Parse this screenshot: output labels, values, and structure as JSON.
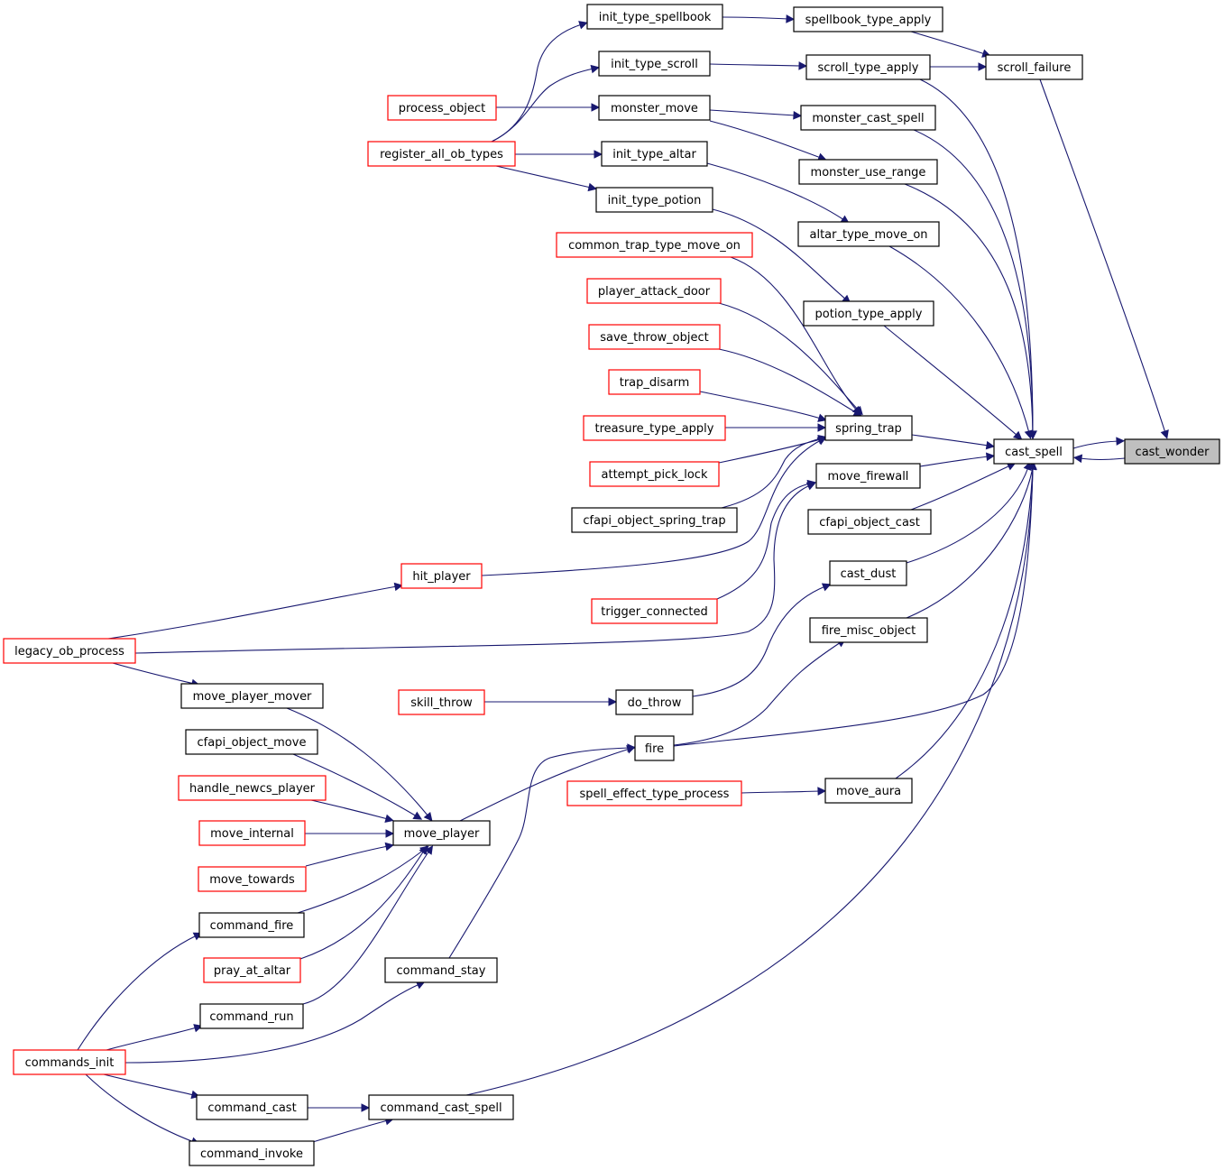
{
  "diagram": {
    "type": "doxygen-caller-graph",
    "colors": {
      "edge": "#191970",
      "node_border_normal": "#000000",
      "node_border_truncated": "#ff0000",
      "focus_fill": "#bfbfbf",
      "node_fill": "#ffffff"
    },
    "nodes": [
      {
        "id": "cast_wonder",
        "label": "cast_wonder",
        "style": "focus"
      },
      {
        "id": "cast_spell",
        "label": "cast_spell",
        "style": "black"
      },
      {
        "id": "scroll_failure",
        "label": "scroll_failure",
        "style": "black"
      },
      {
        "id": "spellbook_type_apply",
        "label": "spellbook_type_apply",
        "style": "black"
      },
      {
        "id": "scroll_type_apply",
        "label": "scroll_type_apply",
        "style": "black"
      },
      {
        "id": "monster_cast_spell",
        "label": "monster_cast_spell",
        "style": "black"
      },
      {
        "id": "monster_use_range",
        "label": "monster_use_range",
        "style": "black"
      },
      {
        "id": "altar_type_move_on",
        "label": "altar_type_move_on",
        "style": "black"
      },
      {
        "id": "potion_type_apply",
        "label": "potion_type_apply",
        "style": "black"
      },
      {
        "id": "spring_trap",
        "label": "spring_trap",
        "style": "black"
      },
      {
        "id": "move_firewall",
        "label": "move_firewall",
        "style": "black"
      },
      {
        "id": "cfapi_object_cast",
        "label": "cfapi_object_cast",
        "style": "black"
      },
      {
        "id": "cast_dust",
        "label": "cast_dust",
        "style": "black"
      },
      {
        "id": "fire_misc_object",
        "label": "fire_misc_object",
        "style": "black"
      },
      {
        "id": "move_aura",
        "label": "move_aura",
        "style": "black"
      },
      {
        "id": "init_type_spellbook",
        "label": "init_type_spellbook",
        "style": "black"
      },
      {
        "id": "init_type_scroll",
        "label": "init_type_scroll",
        "style": "black"
      },
      {
        "id": "monster_move",
        "label": "monster_move",
        "style": "black"
      },
      {
        "id": "init_type_altar",
        "label": "init_type_altar",
        "style": "black"
      },
      {
        "id": "init_type_potion",
        "label": "init_type_potion",
        "style": "black"
      },
      {
        "id": "common_trap_type_move_on",
        "label": "common_trap_type_move_on",
        "style": "red"
      },
      {
        "id": "player_attack_door",
        "label": "player_attack_door",
        "style": "red"
      },
      {
        "id": "save_throw_object",
        "label": "save_throw_object",
        "style": "red"
      },
      {
        "id": "trap_disarm",
        "label": "trap_disarm",
        "style": "red"
      },
      {
        "id": "treasure_type_apply",
        "label": "treasure_type_apply",
        "style": "red"
      },
      {
        "id": "attempt_pick_lock",
        "label": "attempt_pick_lock",
        "style": "red"
      },
      {
        "id": "cfapi_object_spring_trap",
        "label": "cfapi_object_spring_trap",
        "style": "black"
      },
      {
        "id": "trigger_connected",
        "label": "trigger_connected",
        "style": "red"
      },
      {
        "id": "do_throw",
        "label": "do_throw",
        "style": "black"
      },
      {
        "id": "fire",
        "label": "fire",
        "style": "black"
      },
      {
        "id": "spell_effect_type_process",
        "label": "spell_effect_type_process",
        "style": "red"
      },
      {
        "id": "command_cast_spell",
        "label": "command_cast_spell",
        "style": "black"
      },
      {
        "id": "command_stay",
        "label": "command_stay",
        "style": "black"
      },
      {
        "id": "process_object",
        "label": "process_object",
        "style": "red"
      },
      {
        "id": "register_all_ob_types",
        "label": "register_all_ob_types",
        "style": "red"
      },
      {
        "id": "hit_player",
        "label": "hit_player",
        "style": "red"
      },
      {
        "id": "skill_throw",
        "label": "skill_throw",
        "style": "red"
      },
      {
        "id": "move_player",
        "label": "move_player",
        "style": "black"
      },
      {
        "id": "legacy_ob_process",
        "label": "legacy_ob_process",
        "style": "red"
      },
      {
        "id": "move_player_mover",
        "label": "move_player_mover",
        "style": "black"
      },
      {
        "id": "cfapi_object_move",
        "label": "cfapi_object_move",
        "style": "black"
      },
      {
        "id": "handle_newcs_player",
        "label": "handle_newcs_player",
        "style": "red"
      },
      {
        "id": "move_internal",
        "label": "move_internal",
        "style": "red"
      },
      {
        "id": "move_towards",
        "label": "move_towards",
        "style": "red"
      },
      {
        "id": "command_fire",
        "label": "command_fire",
        "style": "black"
      },
      {
        "id": "pray_at_altar",
        "label": "pray_at_altar",
        "style": "red"
      },
      {
        "id": "command_run",
        "label": "command_run",
        "style": "black"
      },
      {
        "id": "command_cast",
        "label": "command_cast",
        "style": "black"
      },
      {
        "id": "command_invoke",
        "label": "command_invoke",
        "style": "black"
      },
      {
        "id": "commands_init",
        "label": "commands_init",
        "style": "red"
      }
    ],
    "edges": [
      {
        "from": "cast_spell",
        "to": "cast_wonder"
      },
      {
        "from": "cast_wonder",
        "to": "cast_spell"
      },
      {
        "from": "scroll_failure",
        "to": "cast_wonder"
      },
      {
        "from": "spellbook_type_apply",
        "to": "scroll_failure"
      },
      {
        "from": "scroll_type_apply",
        "to": "scroll_failure"
      },
      {
        "from": "scroll_type_apply",
        "to": "cast_spell"
      },
      {
        "from": "monster_cast_spell",
        "to": "cast_spell"
      },
      {
        "from": "monster_use_range",
        "to": "cast_spell"
      },
      {
        "from": "altar_type_move_on",
        "to": "cast_spell"
      },
      {
        "from": "potion_type_apply",
        "to": "cast_spell"
      },
      {
        "from": "spring_trap",
        "to": "cast_spell"
      },
      {
        "from": "move_firewall",
        "to": "cast_spell"
      },
      {
        "from": "cfapi_object_cast",
        "to": "cast_spell"
      },
      {
        "from": "cast_dust",
        "to": "cast_spell"
      },
      {
        "from": "fire_misc_object",
        "to": "cast_spell"
      },
      {
        "from": "fire",
        "to": "cast_spell"
      },
      {
        "from": "move_aura",
        "to": "cast_spell"
      },
      {
        "from": "command_cast_spell",
        "to": "cast_spell"
      },
      {
        "from": "init_type_spellbook",
        "to": "spellbook_type_apply"
      },
      {
        "from": "init_type_scroll",
        "to": "scroll_type_apply"
      },
      {
        "from": "monster_move",
        "to": "monster_cast_spell"
      },
      {
        "from": "monster_move",
        "to": "monster_use_range"
      },
      {
        "from": "init_type_altar",
        "to": "altar_type_move_on"
      },
      {
        "from": "init_type_potion",
        "to": "potion_type_apply"
      },
      {
        "from": "common_trap_type_move_on",
        "to": "spring_trap"
      },
      {
        "from": "player_attack_door",
        "to": "spring_trap"
      },
      {
        "from": "save_throw_object",
        "to": "spring_trap"
      },
      {
        "from": "trap_disarm",
        "to": "spring_trap"
      },
      {
        "from": "treasure_type_apply",
        "to": "spring_trap"
      },
      {
        "from": "attempt_pick_lock",
        "to": "spring_trap"
      },
      {
        "from": "cfapi_object_spring_trap",
        "to": "spring_trap"
      },
      {
        "from": "hit_player",
        "to": "spring_trap"
      },
      {
        "from": "trigger_connected",
        "to": "move_firewall"
      },
      {
        "from": "legacy_ob_process",
        "to": "move_firewall"
      },
      {
        "from": "do_throw",
        "to": "cast_dust"
      },
      {
        "from": "fire",
        "to": "fire_misc_object"
      },
      {
        "from": "spell_effect_type_process",
        "to": "move_aura"
      },
      {
        "from": "process_object",
        "to": "monster_move"
      },
      {
        "from": "register_all_ob_types",
        "to": "init_type_spellbook"
      },
      {
        "from": "register_all_ob_types",
        "to": "init_type_scroll"
      },
      {
        "from": "register_all_ob_types",
        "to": "init_type_altar"
      },
      {
        "from": "register_all_ob_types",
        "to": "init_type_potion"
      },
      {
        "from": "legacy_ob_process",
        "to": "hit_player"
      },
      {
        "from": "skill_throw",
        "to": "do_throw"
      },
      {
        "from": "move_player",
        "to": "fire"
      },
      {
        "from": "command_stay",
        "to": "fire"
      },
      {
        "from": "legacy_ob_process",
        "to": "move_player_mover"
      },
      {
        "from": "move_player_mover",
        "to": "move_player"
      },
      {
        "from": "cfapi_object_move",
        "to": "move_player"
      },
      {
        "from": "handle_newcs_player",
        "to": "move_player"
      },
      {
        "from": "move_internal",
        "to": "move_player"
      },
      {
        "from": "move_towards",
        "to": "move_player"
      },
      {
        "from": "command_fire",
        "to": "move_player"
      },
      {
        "from": "pray_at_altar",
        "to": "move_player"
      },
      {
        "from": "command_run",
        "to": "move_player"
      },
      {
        "from": "commands_init",
        "to": "command_fire"
      },
      {
        "from": "commands_init",
        "to": "command_run"
      },
      {
        "from": "commands_init",
        "to": "command_stay"
      },
      {
        "from": "commands_init",
        "to": "command_cast"
      },
      {
        "from": "commands_init",
        "to": "command_invoke"
      },
      {
        "from": "command_cast",
        "to": "command_cast_spell"
      },
      {
        "from": "command_invoke",
        "to": "command_cast_spell"
      }
    ]
  }
}
